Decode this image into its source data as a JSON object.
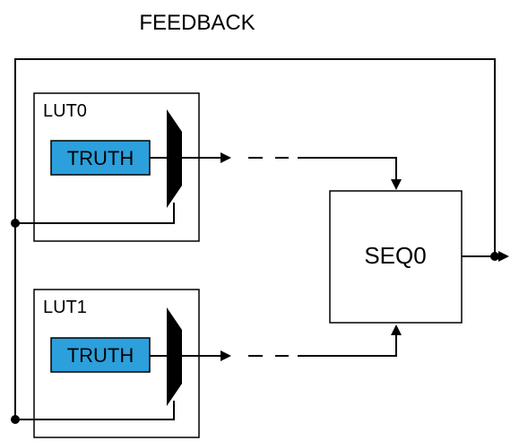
{
  "title": "FEEDBACK",
  "luts": [
    {
      "label": "LUT0",
      "truth_label": "TRUTH"
    },
    {
      "label": "LUT1",
      "truth_label": "TRUTH"
    }
  ],
  "sequencer": {
    "label": "SEQ0"
  },
  "colors": {
    "truth_fill": "#2ba0dc",
    "line": "#000000",
    "mux_fill": "#000000",
    "box_stroke": "#000000"
  }
}
